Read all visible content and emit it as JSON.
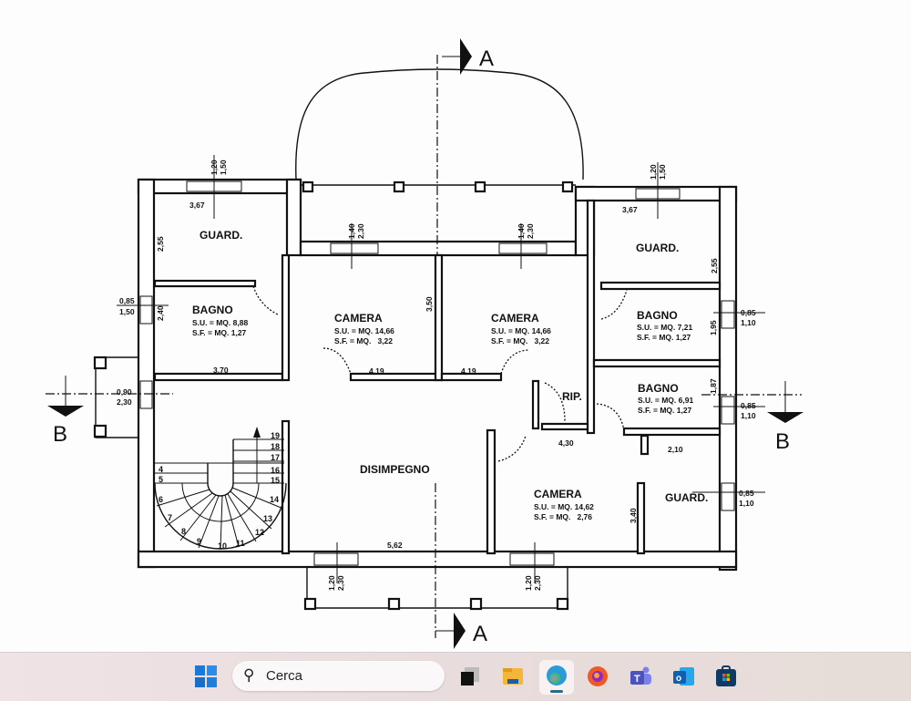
{
  "rooms": {
    "guard_tl": {
      "name": "GUARD."
    },
    "bagno_l": {
      "name": "BAGNO",
      "su": "S.U. = MQ. 8,88",
      "sf": "S.F. = MQ. 1,27"
    },
    "camera_l": {
      "name": "CAMERA",
      "su": "S.U. = MQ. 14,66",
      "sf": "S.F. = MQ.   3,22"
    },
    "camera_r": {
      "name": "CAMERA",
      "su": "S.U. = MQ. 14,66",
      "sf": "S.F. = MQ.   3,22"
    },
    "guard_tr": {
      "name": "GUARD."
    },
    "bagno_r1": {
      "name": "BAGNO",
      "su": "S.U. = MQ. 7,21",
      "sf": "S.F. = MQ. 1,27"
    },
    "bagno_r2": {
      "name": "BAGNO",
      "su": "S.U. = MQ. 6,91",
      "sf": "S.F. = MQ. 1,27"
    },
    "rip": {
      "name": "RIP."
    },
    "disimpegno": {
      "name": "DISIMPEGNO"
    },
    "camera_b": {
      "name": "CAMERA",
      "su": "S.U. = MQ. 14,62",
      "sf": "S.F. = MQ.   2,76"
    },
    "guard_br": {
      "name": "GUARD."
    }
  },
  "dimensions": [
    "1,20",
    "1,50",
    "3,67",
    "2,55",
    "0,85",
    "1,50",
    "2,40",
    "3,70",
    "1,40",
    "2,30",
    "3,50",
    "4,19",
    "4,19",
    "1,40",
    "2,30",
    "1,20",
    "1,50",
    "3,67",
    "2,55",
    "0,85",
    "1,10",
    "1,95",
    "1,87",
    "0,85",
    "1,10",
    "0,90",
    "2,30",
    "4,30",
    "2,10",
    "3,40",
    "0,85",
    "1,10",
    "5,62",
    "1,20",
    "2,30",
    "1,20",
    "2,30"
  ],
  "stair_steps": [
    "4",
    "5",
    "6",
    "7",
    "8",
    "9",
    "10",
    "11",
    "12",
    "13",
    "14",
    "15",
    "16",
    "17",
    "18",
    "19"
  ],
  "sections": {
    "a_top": "A",
    "a_bottom": "A",
    "b_left": "B",
    "b_right": "B"
  },
  "taskbar": {
    "search_placeholder": "Cerca",
    "icons": [
      "windows-start",
      "task-view",
      "file-explorer",
      "edge",
      "firefox",
      "teams",
      "outlook",
      "store"
    ]
  }
}
